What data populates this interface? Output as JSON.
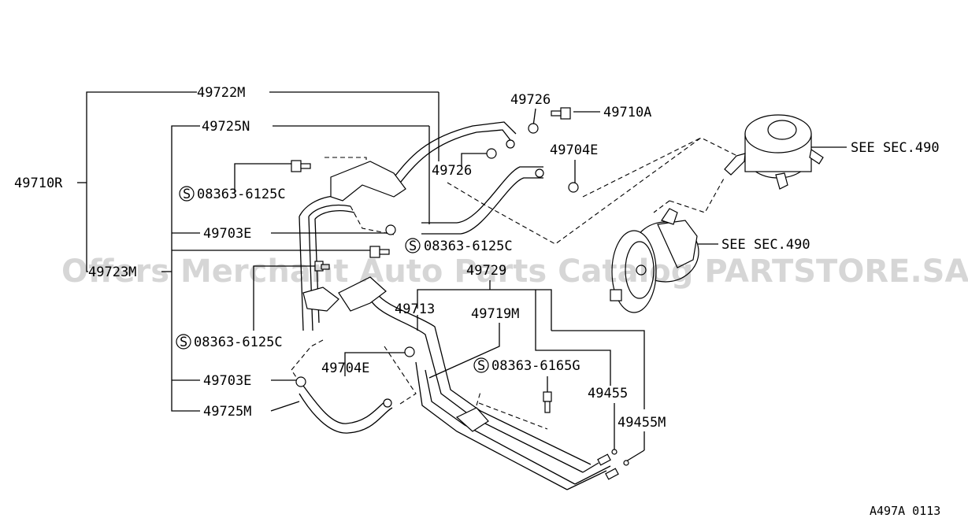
{
  "labels": {
    "p49722M": "49722M",
    "p49725N": "49725N",
    "p49710R": "49710R",
    "p49726a": "49726",
    "p49710A": "49710A",
    "p49726b": "49726",
    "p49704Ea": "49704E",
    "p49703Ea": "49703E",
    "s6125c_a": "08363-6125C",
    "s6125c_b": "08363-6125C",
    "s6125c_c": "08363-6125C",
    "p49713": "49713",
    "p49719M": "49719M",
    "s6165g": "08363-6165G",
    "p49704Eb": "49704E",
    "p49703Eb": "49703E",
    "p49725M": "49725M",
    "p49455": "49455",
    "p49455M": "49455M",
    "see490a": "SEE SEC.490",
    "see490b": "SEE SEC.490",
    "p49723M": "49723M",
    "p49729": "49729"
  },
  "symbols": {
    "s_mark": "S"
  },
  "watermark": "Offers Merchant Auto Parts Catalog PARTSTORE.SA",
  "ref_code": "A497A 0113"
}
